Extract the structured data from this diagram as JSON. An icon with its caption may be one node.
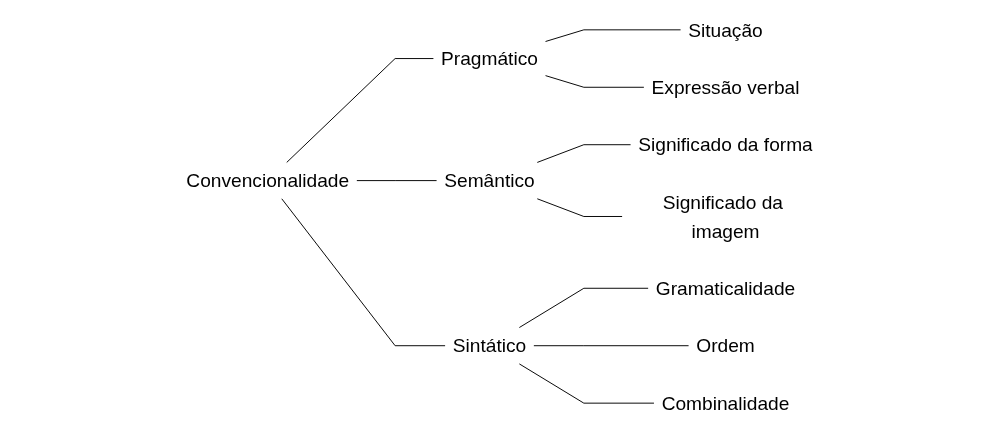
{
  "diagram": {
    "nodes": [
      {
        "text": [
          "Convencionalidade"
        ]
      },
      {
        "text": [
          "Pragmático"
        ]
      },
      {
        "text": [
          "Semântico"
        ]
      },
      {
        "text": [
          "Sintático"
        ]
      },
      {
        "text": [
          "Situação"
        ]
      },
      {
        "text": [
          "Expressão verbal"
        ]
      },
      {
        "text": [
          "Significado da forma"
        ]
      },
      {
        "text": [
          "Significado da imagem"
        ]
      },
      {
        "text": [
          "Gramaticalidade"
        ]
      },
      {
        "text": [
          "Ordem"
        ]
      },
      {
        "text": [
          "Combinalidade"
        ]
      }
    ],
    "edges": [
      {
        "from": 0,
        "to": 1,
        "arrow": "none"
      },
      {
        "from": 0,
        "to": 2,
        "arrow": "none"
      },
      {
        "from": 0,
        "to": 3,
        "arrow": "none"
      },
      {
        "from": 1,
        "to": 4,
        "arrow": "none"
      },
      {
        "from": 1,
        "to": 5,
        "arrow": "none"
      },
      {
        "from": 2,
        "to": 6,
        "arrow": "none"
      },
      {
        "from": 2,
        "to": 7,
        "arrow": "none"
      },
      {
        "from": 3,
        "to": 8,
        "arrow": "none"
      },
      {
        "from": 3,
        "to": 9,
        "arrow": "none"
      },
      {
        "from": 3,
        "to": 10,
        "arrow": "none"
      }
    ]
  }
}
